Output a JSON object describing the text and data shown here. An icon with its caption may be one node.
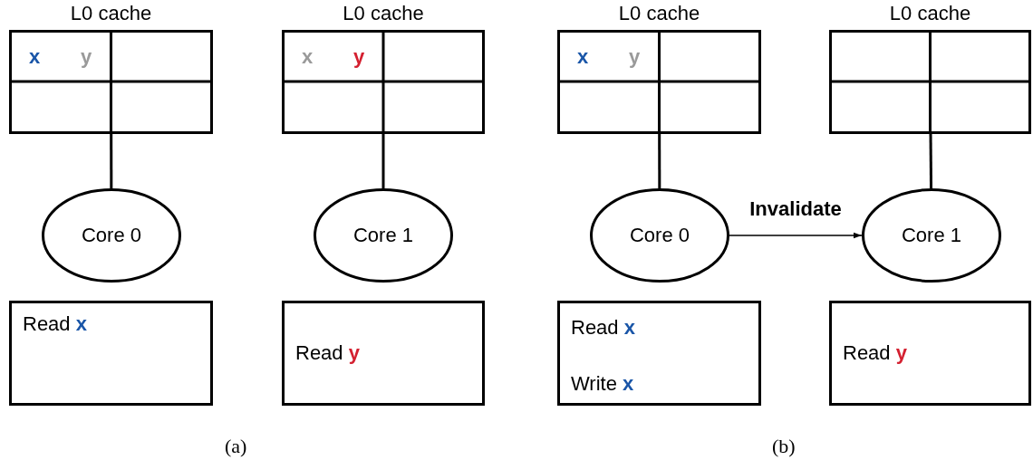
{
  "diagram": {
    "nodes": [
      {
        "text": [
          "L0 cache",
          "x",
          "y"
        ]
      },
      {
        "text": [
          "Core 0"
        ]
      },
      {
        "text": [
          "Read **x**"
        ]
      },
      {
        "text": [
          "L0 cache",
          "x",
          "y"
        ]
      },
      {
        "text": [
          "Core 1"
        ]
      },
      {
        "text": [
          "Read **y**"
        ]
      },
      {
        "text": [
          "L0 cache",
          "x",
          "y"
        ]
      },
      {
        "text": [
          "Core 0"
        ]
      },
      {
        "text": [
          "Read **x**",
          "Write **x**"
        ]
      },
      {
        "text": [
          "L0 cache"
        ]
      },
      {
        "text": [
          "Core 1"
        ]
      },
      {
        "text": [
          "Read **y**"
        ]
      }
    ],
    "edges": [
      {
        "from": 0,
        "to": 1,
        "arrow": "none"
      },
      {
        "from": 3,
        "to": 4,
        "arrow": "none"
      },
      {
        "from": 6,
        "to": 7,
        "arrow": "none"
      },
      {
        "from": 9,
        "to": 10,
        "arrow": "none"
      },
      {
        "from": 7,
        "to": 10,
        "arrow": "to",
        "label": "Invalidate"
      }
    ],
    "labels": [
      "(a)",
      "(b)"
    ]
  }
}
